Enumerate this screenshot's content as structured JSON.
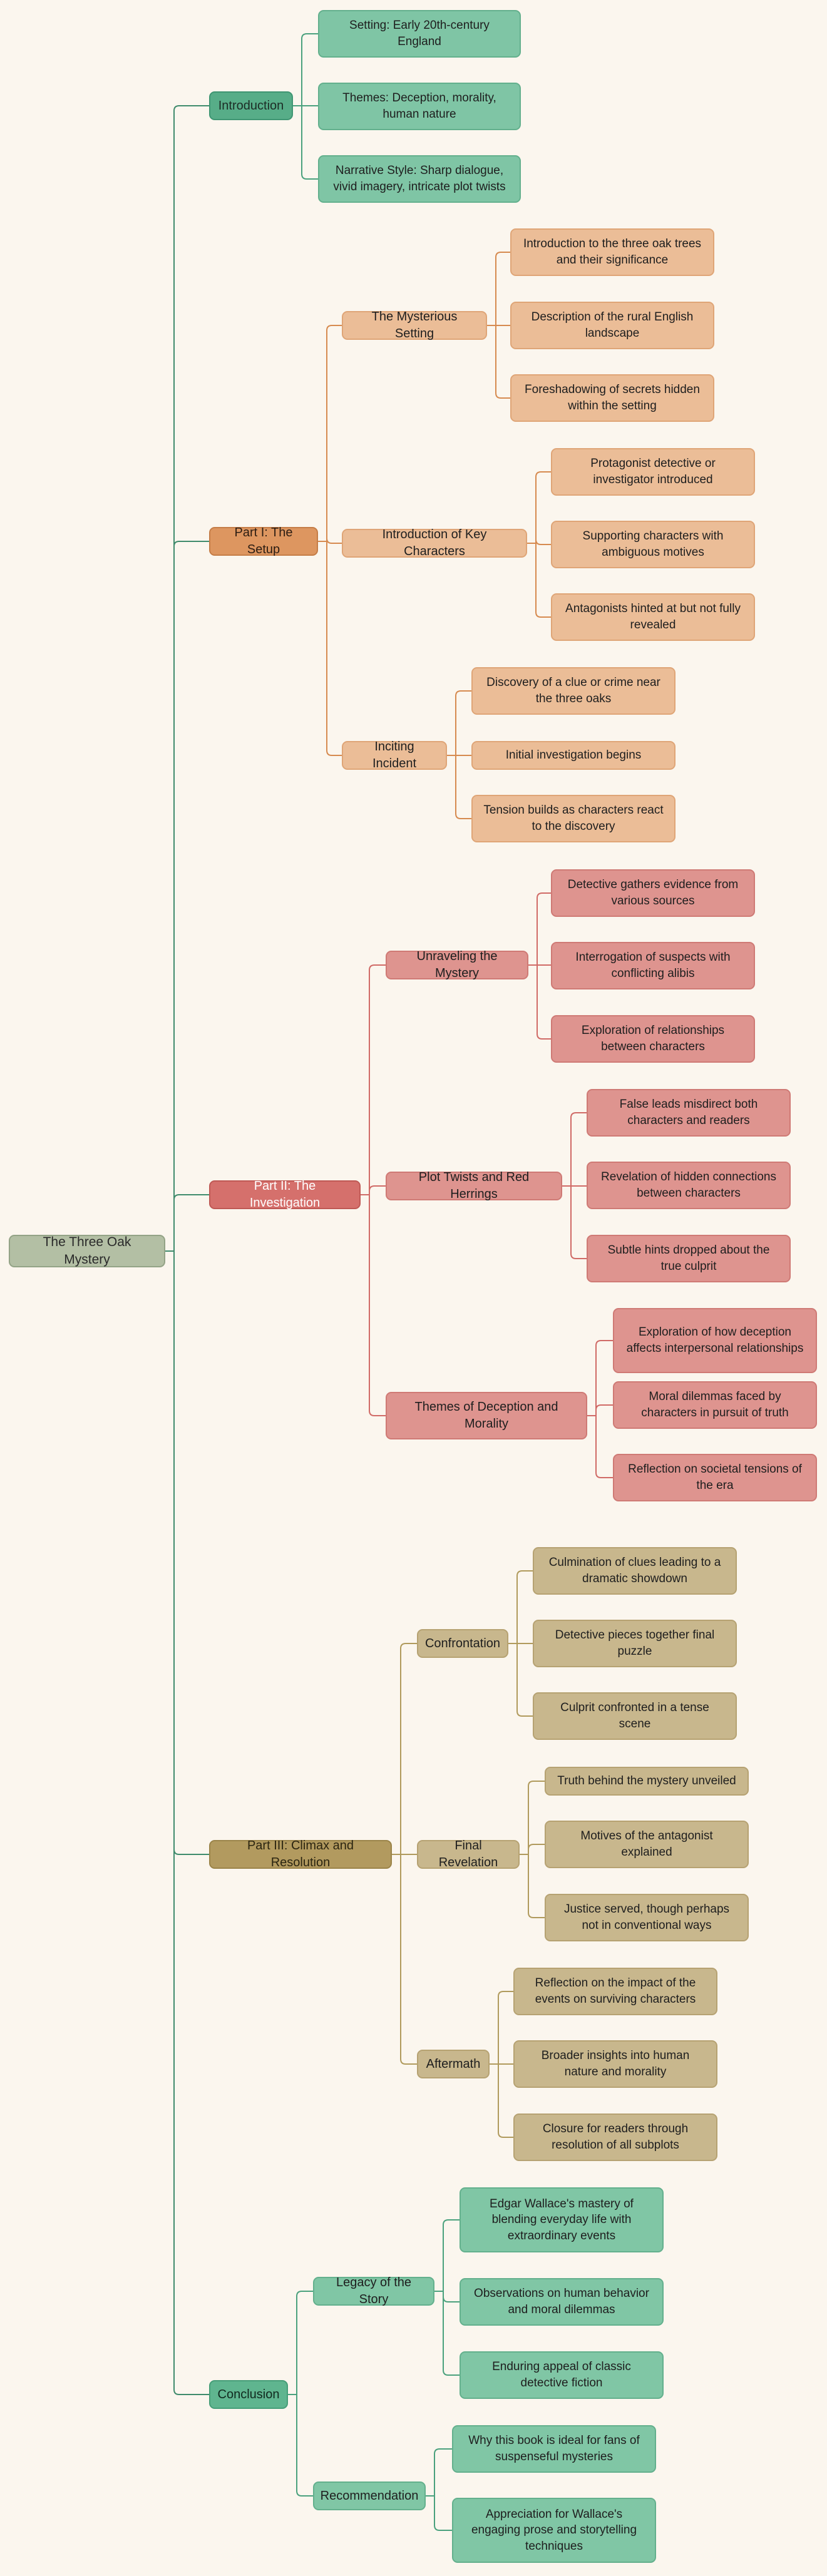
{
  "colors": {
    "root": {
      "fill": "#b3bfa4",
      "stroke": "#93a386",
      "line": "#3f8b6c",
      "text": "#2a2a2a"
    },
    "intro": {
      "fill": "#57ad88",
      "stroke": "#3f9673",
      "text": "#1c2c25",
      "childFill": "#7fc5a5",
      "childStroke": "#63b08d",
      "line": "#4aa17d"
    },
    "setup": {
      "fill": "#dd9660",
      "stroke": "#c57d47",
      "text": "#2b1c12",
      "childFill": "#ebbd97",
      "childStroke": "#dfa577",
      "line": "#d68a4f"
    },
    "investigation": {
      "fill": "#d5706c",
      "stroke": "#bf5955",
      "text": "#ffffff",
      "childFill": "#de948f",
      "childStroke": "#cf7a75",
      "line": "#d06a66"
    },
    "climax": {
      "fill": "#b29a5f",
      "stroke": "#9b8449",
      "text": "#2a2410",
      "childFill": "#c8b78d",
      "childStroke": "#b6a272",
      "line": "#b09a5c"
    },
    "conclusion": {
      "fill": "#5fb58f",
      "stroke": "#469e78",
      "text": "#10291e",
      "childFill": "#80c6a5",
      "childStroke": "#63b08d",
      "line": "#4aa17d"
    }
  },
  "mindmap": {
    "root": "The Three Oak Mystery",
    "branches": [
      {
        "key": "intro",
        "label": "Introduction",
        "children": [
          {
            "label": "Setting: Early 20th-century England"
          },
          {
            "label": "Themes: Deception, morality, human nature"
          },
          {
            "label": "Narrative Style: Sharp dialogue, vivid imagery, intricate plot twists"
          }
        ]
      },
      {
        "key": "setup",
        "label": "Part I: The Setup",
        "children": [
          {
            "label": "The Mysterious Setting",
            "children": [
              "Introduction to the three oak trees and their significance",
              "Description of the rural English landscape",
              "Foreshadowing of secrets hidden within the setting"
            ]
          },
          {
            "label": "Introduction of Key Characters",
            "children": [
              "Protagonist detective or investigator introduced",
              "Supporting characters with ambiguous motives",
              "Antagonists hinted at but not fully revealed"
            ]
          },
          {
            "label": "Inciting Incident",
            "children": [
              "Discovery of a clue or crime near the three oaks",
              "Initial investigation begins",
              "Tension builds as characters react to the discovery"
            ]
          }
        ]
      },
      {
        "key": "investigation",
        "label": "Part II: The Investigation",
        "children": [
          {
            "label": "Unraveling the Mystery",
            "children": [
              "Detective gathers evidence from various sources",
              "Interrogation of suspects with conflicting alibis",
              "Exploration of relationships between characters"
            ]
          },
          {
            "label": "Plot Twists and Red Herrings",
            "children": [
              "False leads misdirect both characters and readers",
              "Revelation of hidden connections between characters",
              "Subtle hints dropped about the true culprit"
            ]
          },
          {
            "label": "Themes of Deception and Morality",
            "children": [
              "Exploration of how deception affects interpersonal relationships",
              "Moral dilemmas faced by characters in pursuit of truth",
              "Reflection on societal tensions of the era"
            ]
          }
        ]
      },
      {
        "key": "climax",
        "label": "Part III: Climax and Resolution",
        "children": [
          {
            "label": "Confrontation",
            "children": [
              "Culmination of clues leading to a dramatic showdown",
              "Detective pieces together final puzzle",
              "Culprit confronted in a tense scene"
            ]
          },
          {
            "label": "Final Revelation",
            "children": [
              "Truth behind the mystery unveiled",
              "Motives of the antagonist explained",
              "Justice served, though perhaps not in conventional ways"
            ]
          },
          {
            "label": "Aftermath",
            "children": [
              "Reflection on the impact of the events on surviving characters",
              "Broader insights into human nature and morality",
              "Closure for readers through resolution of all subplots"
            ]
          }
        ]
      },
      {
        "key": "conclusion",
        "label": "Conclusion",
        "children": [
          {
            "label": "Legacy of the Story",
            "children": [
              "Edgar Wallace's mastery of blending everyday life with extraordinary events",
              "Observations on human behavior and moral dilemmas",
              "Enduring appeal of classic detective fiction"
            ]
          },
          {
            "label": "Recommendation",
            "children": [
              "Why this book is ideal for fans of suspenseful mysteries",
              "Appreciation for Wallace's engaging prose and storytelling techniques"
            ]
          }
        ]
      }
    ]
  }
}
